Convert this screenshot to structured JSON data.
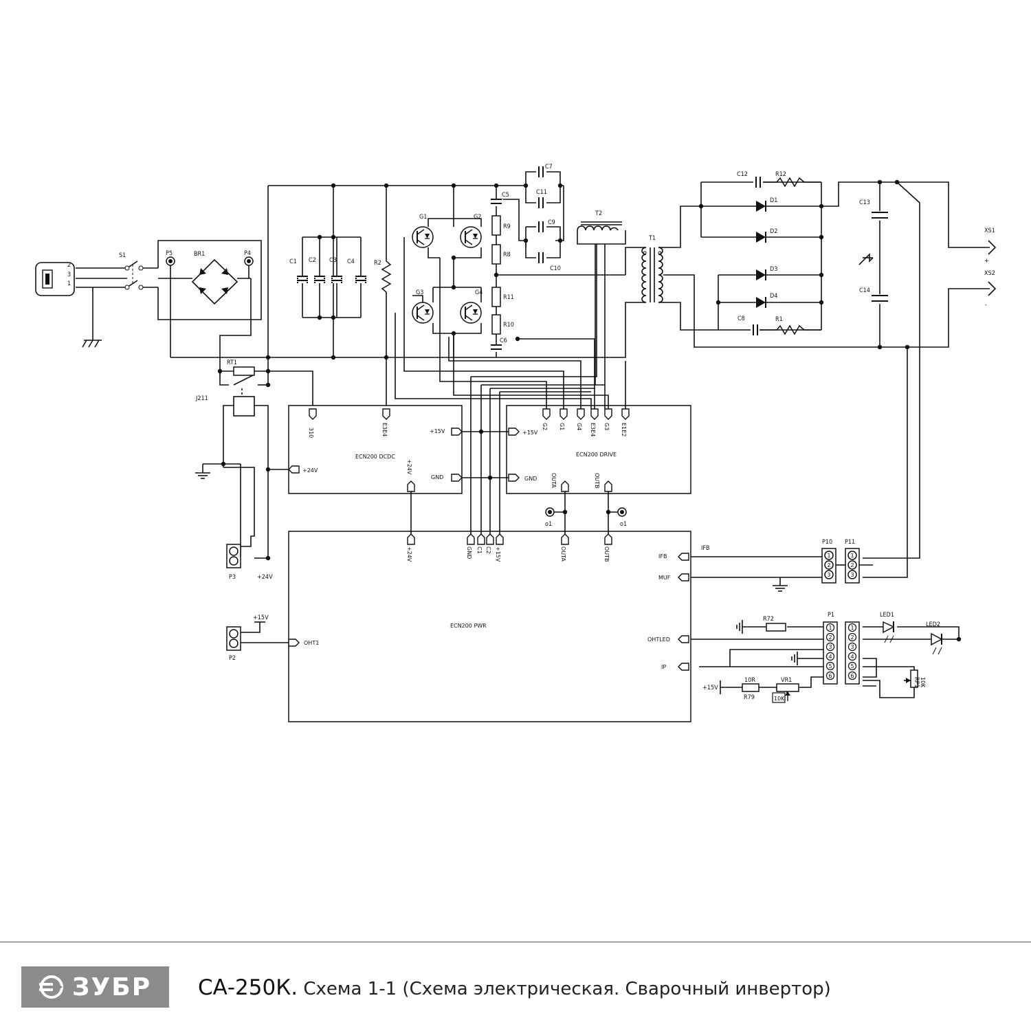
{
  "footer": {
    "brand": "ЗУБР",
    "model": "СА-250К.",
    "description": "Схема 1-1 (Схема электрическая. Сварочный инвертор)"
  },
  "blocks": {
    "dcdc": "ECN200 DCDC",
    "drive": "ECN200 DRIVE",
    "pwr": "ECN200 PWR"
  },
  "components": {
    "S1": "S1",
    "BR1": "BR1",
    "P5": "P5",
    "P4": "P4",
    "RT1": "RT1",
    "J211": "J211",
    "P3": "P3",
    "P2": "P2",
    "C1": "C1",
    "C2": "C2",
    "C3": "C3",
    "C4": "C4",
    "R2": "R2",
    "G1": "G1",
    "G2": "G2",
    "G3": "G3",
    "G4": "G4",
    "C5": "C5",
    "C6": "C6",
    "R8": "R8",
    "R9": "R9",
    "R10": "R10",
    "R11": "R11",
    "C7": "C7",
    "C9": "C9",
    "C10": "C10",
    "C11": "C11",
    "T2": "T2",
    "T1": "T1",
    "C12": "C12",
    "R12": "R12",
    "D1": "D1",
    "D2": "D2",
    "D3": "D3",
    "D4": "D4",
    "C8": "C8",
    "R1": "R1",
    "C13": "C13",
    "C14": "C14",
    "XS1": "XS1",
    "XS2": "XS2",
    "P10": "P10",
    "P11": "P11",
    "P1": "P1",
    "LED1": "LED1",
    "LED2": "LED2",
    "R72": "R72",
    "R79": "R79",
    "VR1": "VR1",
    "RP1": "RP1",
    "o1": "o1",
    "o2": "o1"
  },
  "values": {
    "R79": "10R",
    "VR1": "10K",
    "RP1": "10K"
  },
  "pins": {
    "plug_2": "2",
    "plug_3": "3",
    "plug_1": "1",
    "plus24_p3": "+24V",
    "plus15_p2": "+15V",
    "plus15_bot": "+15V",
    "dcdc_310": "310",
    "dcdc_e3e4": "E3E4",
    "dcdc_plus24": "+24V",
    "dcdc_plus15": "+15V",
    "dcdc_gnd": "GND",
    "dcdc_out24": "+24V",
    "drv_g2": "G2",
    "drv_g1": "G1",
    "drv_g4": "G4",
    "drv_e3e4": "E3E4",
    "drv_g3": "G3",
    "drv_e1e2": "E1E2",
    "drv_plus15": "+15V",
    "drv_gnd": "GND",
    "drv_outa": "OUTA",
    "drv_outb": "OUTB",
    "pwr_plus24": "+24V",
    "pwr_gnd": "GND",
    "pwr_c1": "C1",
    "pwr_c2": "C2",
    "pwr_plus15": "+15V",
    "pwr_outa": "OUTA",
    "pwr_outb": "OUTB",
    "pwr_ifb": "IFB",
    "pwr_muf": "MUF",
    "pwr_oht1": "OHT1",
    "pwr_ohtled": "OHTLED",
    "pwr_ip": "IP",
    "ifb_net": "IFB",
    "xs1_sign": "+",
    "xs2_sign": "-",
    "n1": "1",
    "n2": "2",
    "n3": "3",
    "n4": "4",
    "n5": "5",
    "n6": "6"
  }
}
